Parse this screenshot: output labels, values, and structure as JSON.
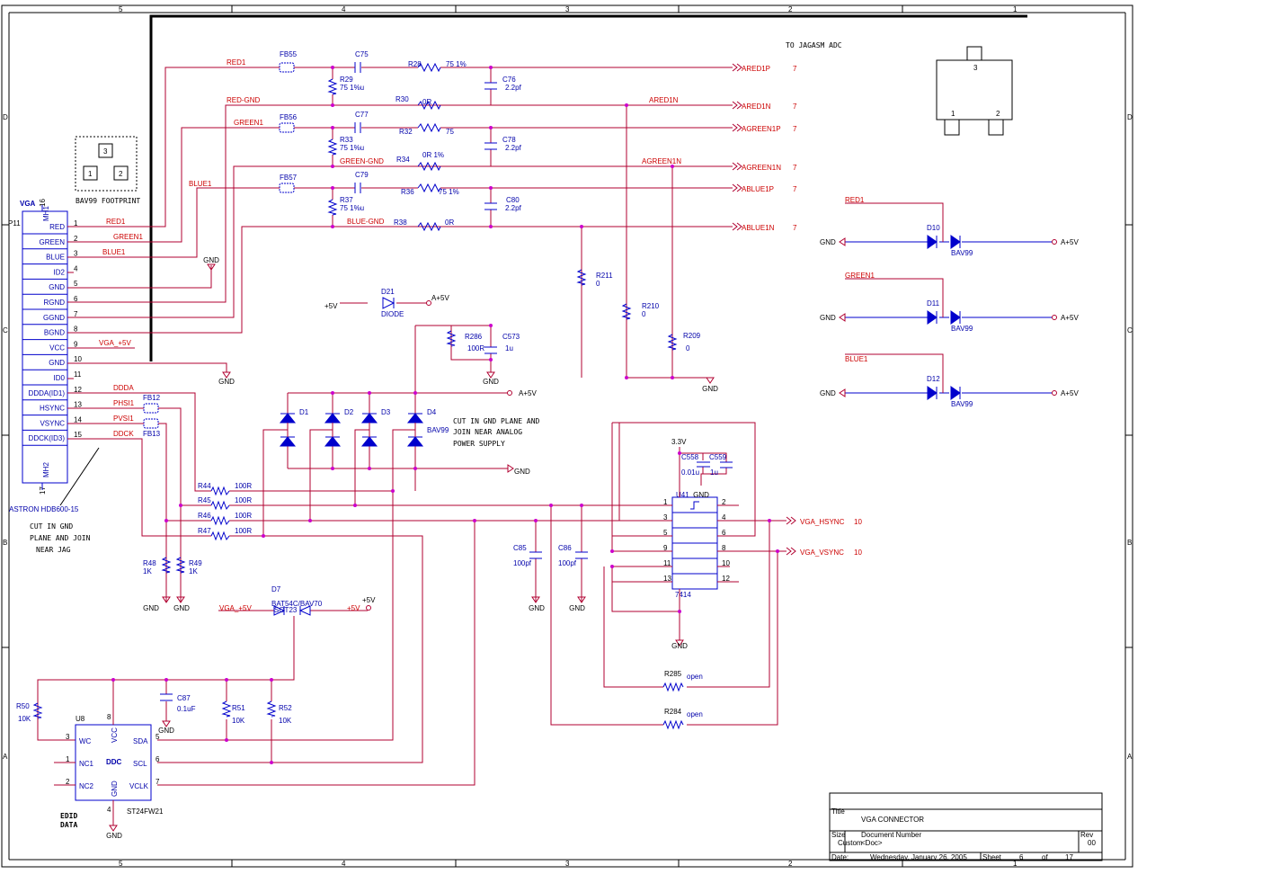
{
  "title_block": {
    "title_label": "Title",
    "title": "VGA CONNECTOR",
    "size_label": "Size",
    "size": "Custom",
    "doc_label": "Document Number",
    "doc": "<Doc>",
    "rev_label": "Rev",
    "rev": "00",
    "date_label": "Date:",
    "date": "Wednesday, January 26, 2005",
    "sheet_label": "Sheet",
    "sheet": "6",
    "of_label": "of",
    "total": "17"
  },
  "notes": {
    "to_adc": "TO JAGASM ADC",
    "cut_gnd_1": "CUT IN GND PLANE AND",
    "cut_gnd_2": "JOIN  NEAR ANALOG",
    "cut_gnd_3": "POWER SUPPLY",
    "cut_jag_1": "CUT IN GND",
    "cut_jag_2": "PLANE AND JOIN",
    "cut_jag_3": "NEAR JAG",
    "edid_1": "EDID",
    "edid_2": "DATA",
    "bav99_footprint": "BAV99 FOOTPRINT",
    "fp_pin3": "3",
    "fp_pin1": "1",
    "fp_pin2": "2",
    "big_pin3": "3",
    "big_pin1": "1",
    "big_pin2": "2"
  },
  "border": {
    "cols_top": [
      "5",
      "4",
      "3",
      "2",
      "1"
    ],
    "cols_bottom": [
      "5",
      "4",
      "3",
      "2",
      "1"
    ],
    "rows": [
      "D",
      "C",
      "B",
      "A"
    ]
  },
  "connector": {
    "title": "VGA",
    "ref": "P11",
    "part": "ASTRON HDB600-15",
    "mh1": "MH1",
    "mh2": "MH2",
    "pin16": "16",
    "pin17": "17",
    "pins": [
      {
        "name": "RED",
        "num": "1"
      },
      {
        "name": "GREEN",
        "num": "2"
      },
      {
        "name": "BLUE",
        "num": "3"
      },
      {
        "name": "ID2",
        "num": "4"
      },
      {
        "name": "GND",
        "num": "5"
      },
      {
        "name": "RGND",
        "num": "6"
      },
      {
        "name": "GGND",
        "num": "7"
      },
      {
        "name": "BGND",
        "num": "8"
      },
      {
        "name": "VCC",
        "num": "9"
      },
      {
        "name": "GND",
        "num": "10"
      },
      {
        "name": "ID0",
        "num": "11"
      },
      {
        "name": "DDDA(ID1)",
        "num": "12"
      },
      {
        "name": "HSYNC",
        "num": "13"
      },
      {
        "name": "VSYNC",
        "num": "14"
      },
      {
        "name": "DDCK(ID3)",
        "num": "15"
      }
    ]
  },
  "nets": {
    "red1": "RED1",
    "green1": "GREEN1",
    "blue1": "BLUE1",
    "vga5v": "VGA_+5V",
    "ddda": "DDDA",
    "phsi1": "PHSI1",
    "pvsi1": "PVSI1",
    "ddck": "DDCK",
    "red_gnd": "RED-GND",
    "green_gnd": "GREEN-GND",
    "blue_gnd": "BLUE-GND",
    "ared1n": "ARED1N",
    "agreen1n": "AGREEN1N",
    "vga_5v_b": "VGA_+5V",
    "p5v": "+5V",
    "p5v_b": "+5V",
    "p5v_c": "+5V",
    "ap5v": "A+5V",
    "ap5v_b": "A+5V",
    "v33": "3.3V"
  },
  "offpage": [
    {
      "name": "ARED1P",
      "sheet": "7"
    },
    {
      "name": "ARED1N",
      "sheet": "7"
    },
    {
      "name": "AGREEN1P",
      "sheet": "7"
    },
    {
      "name": "AGREEN1N",
      "sheet": "7"
    },
    {
      "name": "ABLUE1P",
      "sheet": "7"
    },
    {
      "name": "ABLUE1N",
      "sheet": "7"
    },
    {
      "name": "VGA_HSYNC",
      "sheet": "10"
    },
    {
      "name": "VGA_VSYNC",
      "sheet": "10"
    }
  ],
  "parts": {
    "fb55": "FB55",
    "fb56": "FB56",
    "fb57": "FB57",
    "fb12": "FB12",
    "fb13": "FB13",
    "c75": "C75",
    "c77": "C77",
    "c79": "C79",
    "r28": "R28",
    "r28v": "75 1%",
    "r32": "R32",
    "r32v": "75",
    "r36": "R36",
    "r36v": "75 1%",
    "c76": "C76",
    "c76v": "2.2pf",
    "c78": "C78",
    "c78v": "2.2pf",
    "c80": "C80",
    "c80v": "2.2pf",
    "r29": "R29",
    "r29v": "75 1%u",
    "r33": "R33",
    "r33v": "75 1%u",
    "r37": "R37",
    "r37v": "75 1%u",
    "r30": "R30",
    "r30v": "0R",
    "r34": "R34",
    "r34v": "0R 1%",
    "r38": "R38",
    "r38v": "0R",
    "r211": "R211",
    "r211v": "0",
    "r210": "R210",
    "r210v": "0",
    "r209": "R209",
    "r209v": "0",
    "d21": "D21",
    "d21v": "DIODE",
    "r286": "R286",
    "r286v": "100R",
    "c573": "C573",
    "c573v": "1u",
    "d1": "D1",
    "d2": "D2",
    "d3": "D3",
    "d4": "D4",
    "d4v": "BAV99",
    "r44": "R44",
    "r44v": "100R",
    "r45": "R45",
    "r45v": "100R",
    "r46": "R46",
    "r46v": "100R",
    "r47": "R47",
    "r47v": "100R",
    "r48": "R48",
    "r48v": "1K",
    "r49": "R49",
    "r49v": "1K",
    "d7": "D7",
    "d7v": "BAT54C/BAV70",
    "d7p": "SOT23",
    "c558": "C558",
    "c558v": "0.01u",
    "c559": "C559",
    "c559v": "1u",
    "u41": "U41",
    "u41v": "7414",
    "c85": "C85",
    "c85v": "100pf",
    "c86": "C86",
    "c86v": "100pf",
    "r285": "R285",
    "r285v": "open",
    "r284": "R284",
    "r284v": "open",
    "r50": "R50",
    "r50v": "10K",
    "r51": "R51",
    "r51v": "10K",
    "r52": "R52",
    "r52v": "10K",
    "c87": "C87",
    "c87v": "0.1uF",
    "u8": "U8",
    "u8v": "ST24FW21",
    "u8title": "DDC",
    "d10": "D10",
    "d11": "D11",
    "d12": "D12",
    "bav": "BAV99",
    "bav_b": "BAV99",
    "bav_c": "BAV99",
    "gnd": "GND"
  },
  "u8pins": {
    "wc": "WC",
    "nc1": "NC1",
    "nc2": "NC2",
    "sda": "SDA",
    "scl": "SCL",
    "vclk": "VCLK",
    "vcc": "VCC",
    "gnd": "GND"
  },
  "u8nums": {
    "p3": "3",
    "p1": "1",
    "p2": "2",
    "p5": "5",
    "p6": "6",
    "p7": "7",
    "p8": "8",
    "p4": "4"
  }
}
